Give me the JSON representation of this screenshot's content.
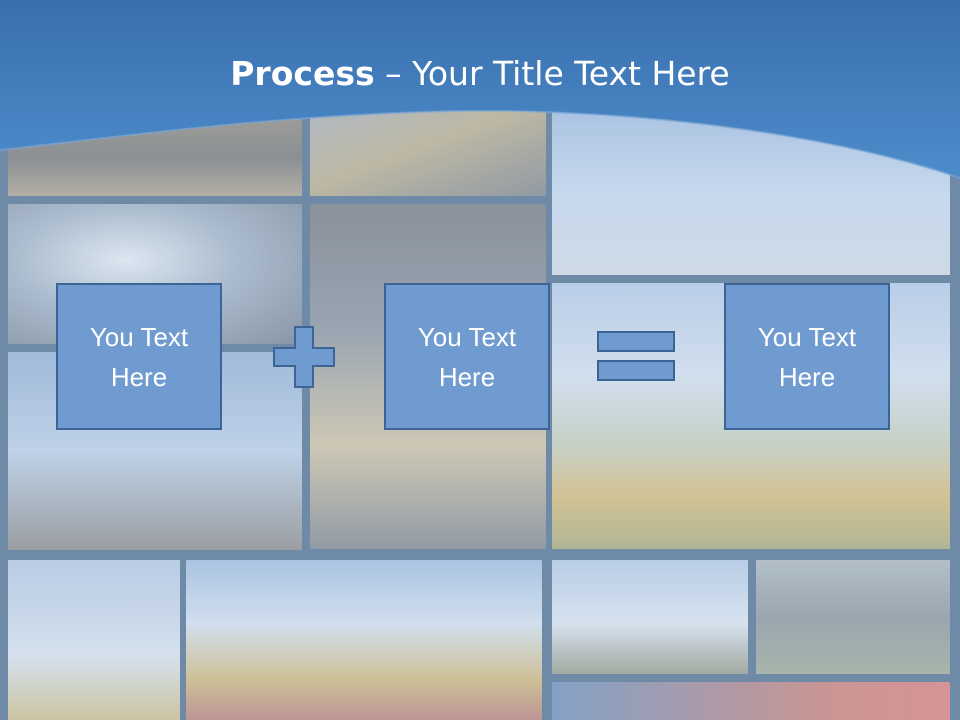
{
  "title": {
    "bold": "Process",
    "rest": " – Your Title Text Here"
  },
  "boxes": [
    {
      "line1": "You Text",
      "line2": "Here"
    },
    {
      "line1": "You Text",
      "line2": "Here"
    },
    {
      "line1": "You Text",
      "line2": "Here"
    }
  ],
  "operators": [
    "plus-icon",
    "equals-icon"
  ],
  "colors": {
    "banner": "#3f77b6",
    "box_fill": "#6f9bd0",
    "box_border": "#3e6495"
  }
}
